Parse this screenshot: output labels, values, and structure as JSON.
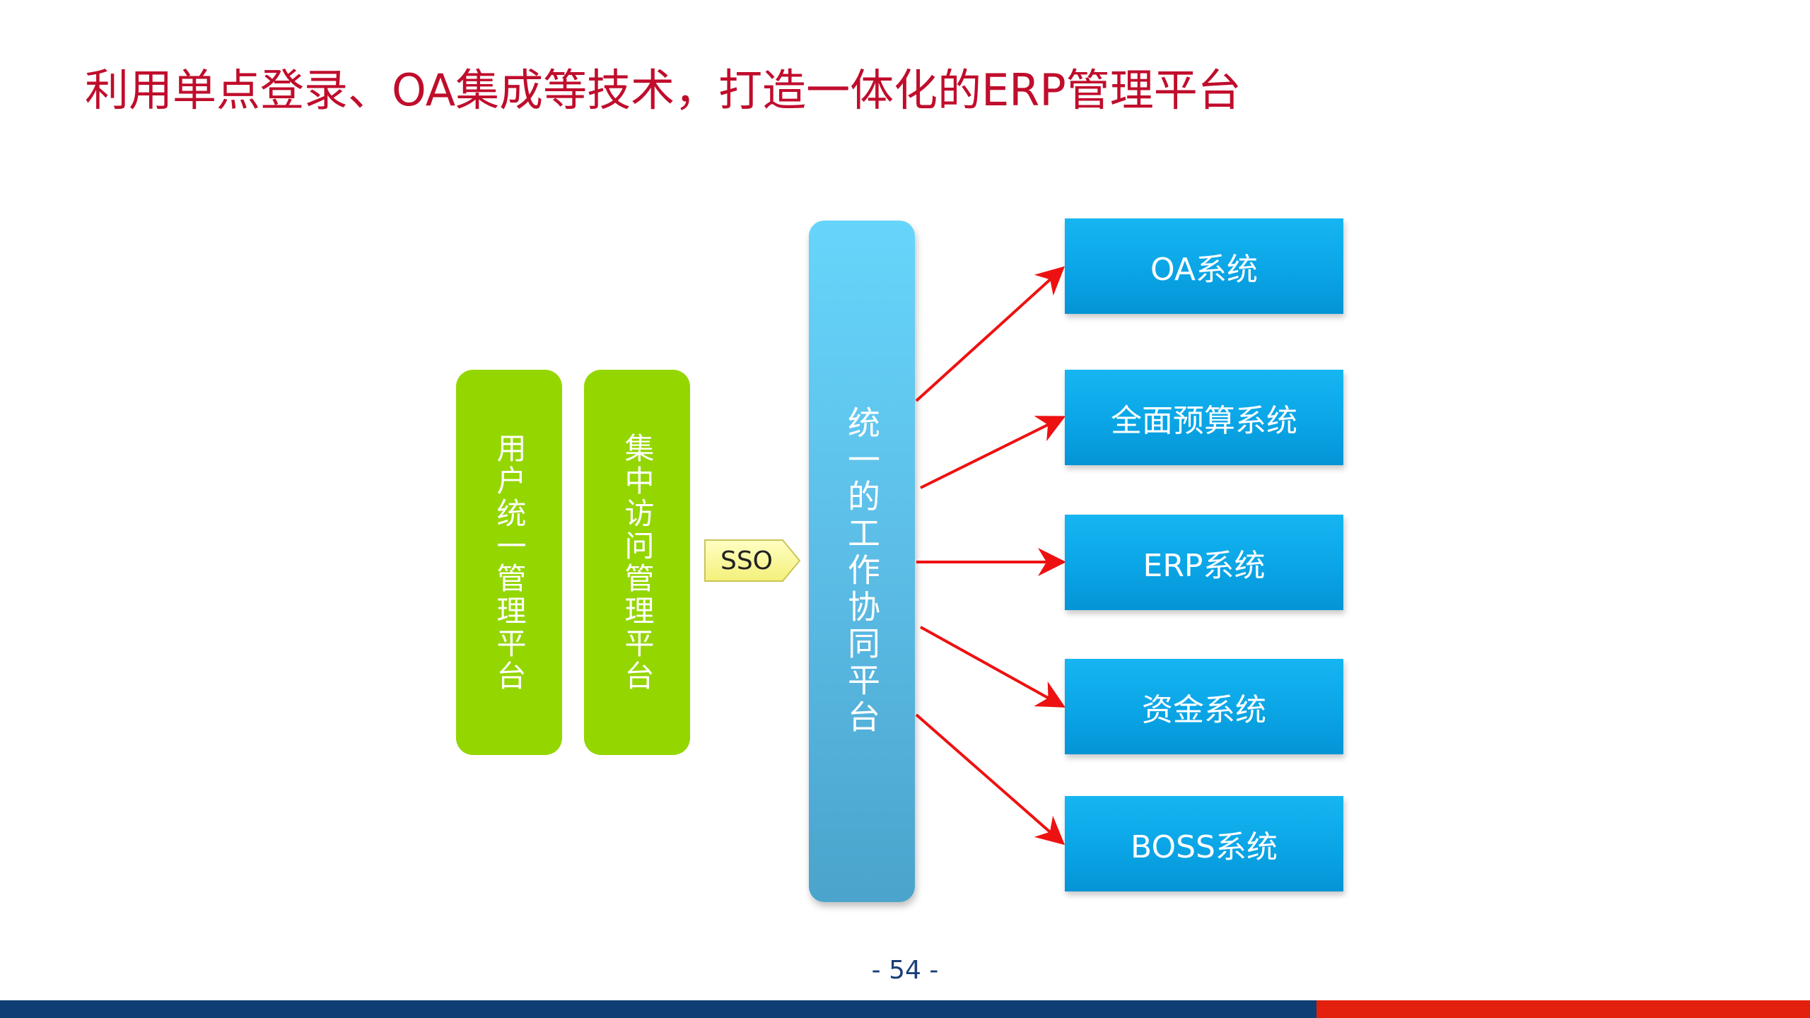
{
  "slide": {
    "title": "利用单点登录、OA集成等技术，打造一体化的ERP管理平台",
    "page_number": "- 54 -"
  },
  "left_boxes": {
    "user_management": "用户统一管理平台",
    "access_management": "集中访问管理平台"
  },
  "connector": {
    "label": "SSO"
  },
  "platform": {
    "label": "统一的工作协同平台"
  },
  "systems": [
    {
      "label": "OA系统"
    },
    {
      "label": "全面预算系统"
    },
    {
      "label": "ERP系统"
    },
    {
      "label": "资金系统"
    },
    {
      "label": "BOSS系统"
    }
  ],
  "colors": {
    "title": "#c00d2c",
    "green_box": "#94d600",
    "platform": "#5cbde6",
    "system_box": "#0aa5e6",
    "arrow": "#ee1111",
    "sso_tag": "#ffff99",
    "footer_blue": "#0e3e73",
    "footer_red": "#e3200d"
  }
}
